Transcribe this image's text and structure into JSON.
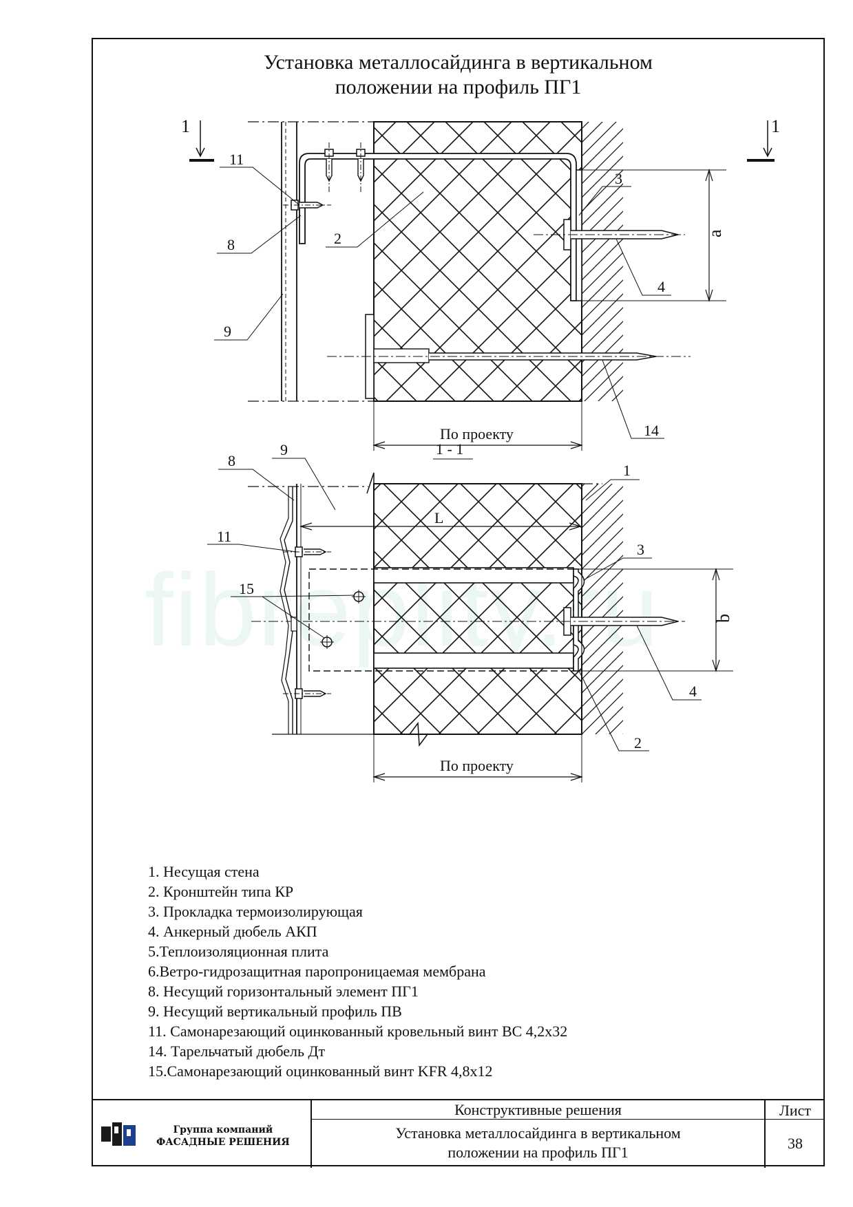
{
  "title": {
    "line1": "Установка металлосайдинга в вертикальном",
    "line2": "положении на профиль ПГ1"
  },
  "watermark": "fibreplity.ru",
  "section_marks": {
    "left": "1",
    "right": "1",
    "section_title": "1 - 1"
  },
  "callouts_top": {
    "c11": "11",
    "c8": "8",
    "c9": "9",
    "c2": "2",
    "c3": "3",
    "c4": "4",
    "c14": "14"
  },
  "callouts_bottom": {
    "c8": "8",
    "c9": "9",
    "c1": "1",
    "c11": "11",
    "c15": "15",
    "c3": "3",
    "c4": "4",
    "c2": "2"
  },
  "dimensions": {
    "a": "a",
    "b": "b",
    "L": "L",
    "top_width": "По проекту",
    "bottom_width": "По проекту"
  },
  "legend": [
    "1. Несущая стена",
    "2. Кронштейн типа КР",
    "3. Прокладка термоизолирующая",
    "4. Анкерный дюбель АКП",
    "5.Теплоизоляционная плита",
    "6.Ветро-гидрозащитная паропроницаемая мембрана",
    "8. Несущий горизонтальный элемент ПГ1",
    "9. Несущий вертикальный профиль ПВ",
    "11. Самонарезающий оцинкованный кровельный винт ВС 4,2х32",
    "14. Тарельчатый дюбель  Дт",
    "15.Самонарезающий оцинкованный винт KFR 4,8х12"
  ],
  "title_block": {
    "section": "Конструктивные решения",
    "sheet_label": "Лист",
    "description_line1": "Установка металлосайдинга в вертикальном",
    "description_line2": "положении на профиль ПГ1",
    "sheet_number": "38",
    "company_line1": "Группа компаний",
    "company_line2": "ФАСАДНЫЕ РЕШЕНИЯ"
  }
}
